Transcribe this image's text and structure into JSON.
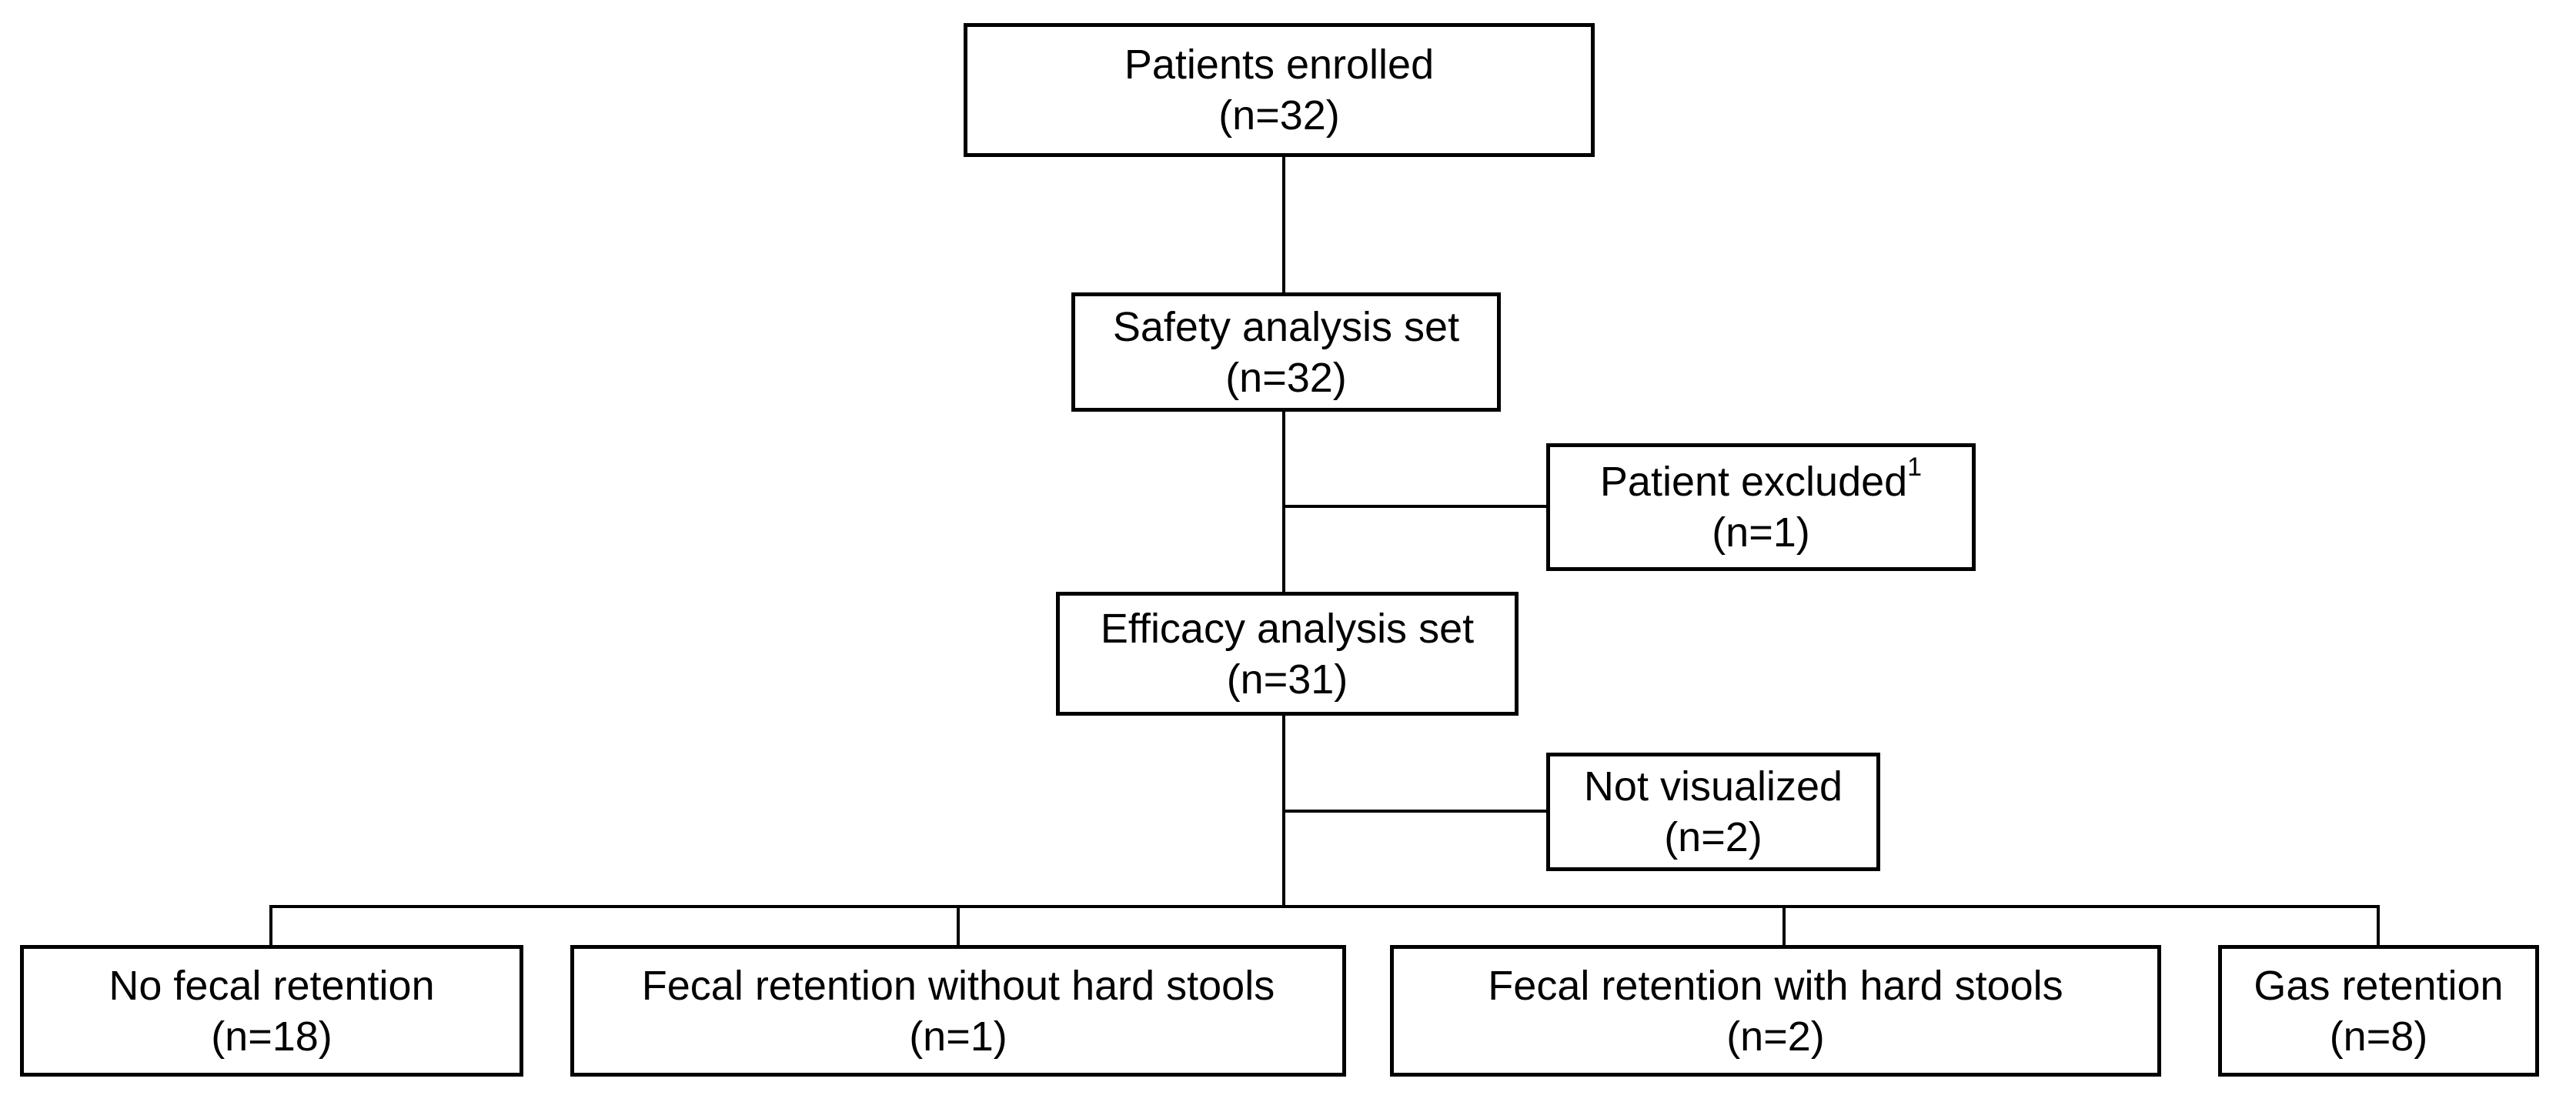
{
  "colors": {
    "background": "#ffffff",
    "line": "#000000",
    "text": "#000000"
  },
  "boxes": {
    "enrolled": {
      "label": "Patients enrolled",
      "count": "(n=32)"
    },
    "safety_set": {
      "label": "Safety analysis set",
      "count": "(n=32)"
    },
    "patient_excluded": {
      "label": "Patient excluded",
      "footnote_marker": "1",
      "count": "(n=1)"
    },
    "efficacy_set": {
      "label": "Efficacy analysis set",
      "count": "(n=31)"
    },
    "not_visualized": {
      "label": "Not visualized",
      "count": "(n=2)"
    },
    "no_fecal_retention": {
      "label": "No fecal retention",
      "count": "(n=18)"
    },
    "fecal_retention_without_hard_stools": {
      "label": "Fecal retention without hard stools",
      "count": "(n=1)"
    },
    "fecal_retention_with_hard_stools": {
      "label": "Fecal retention with hard stools",
      "count": "(n=2)"
    },
    "gas_retention": {
      "label": "Gas retention",
      "count": "(n=8)"
    }
  }
}
